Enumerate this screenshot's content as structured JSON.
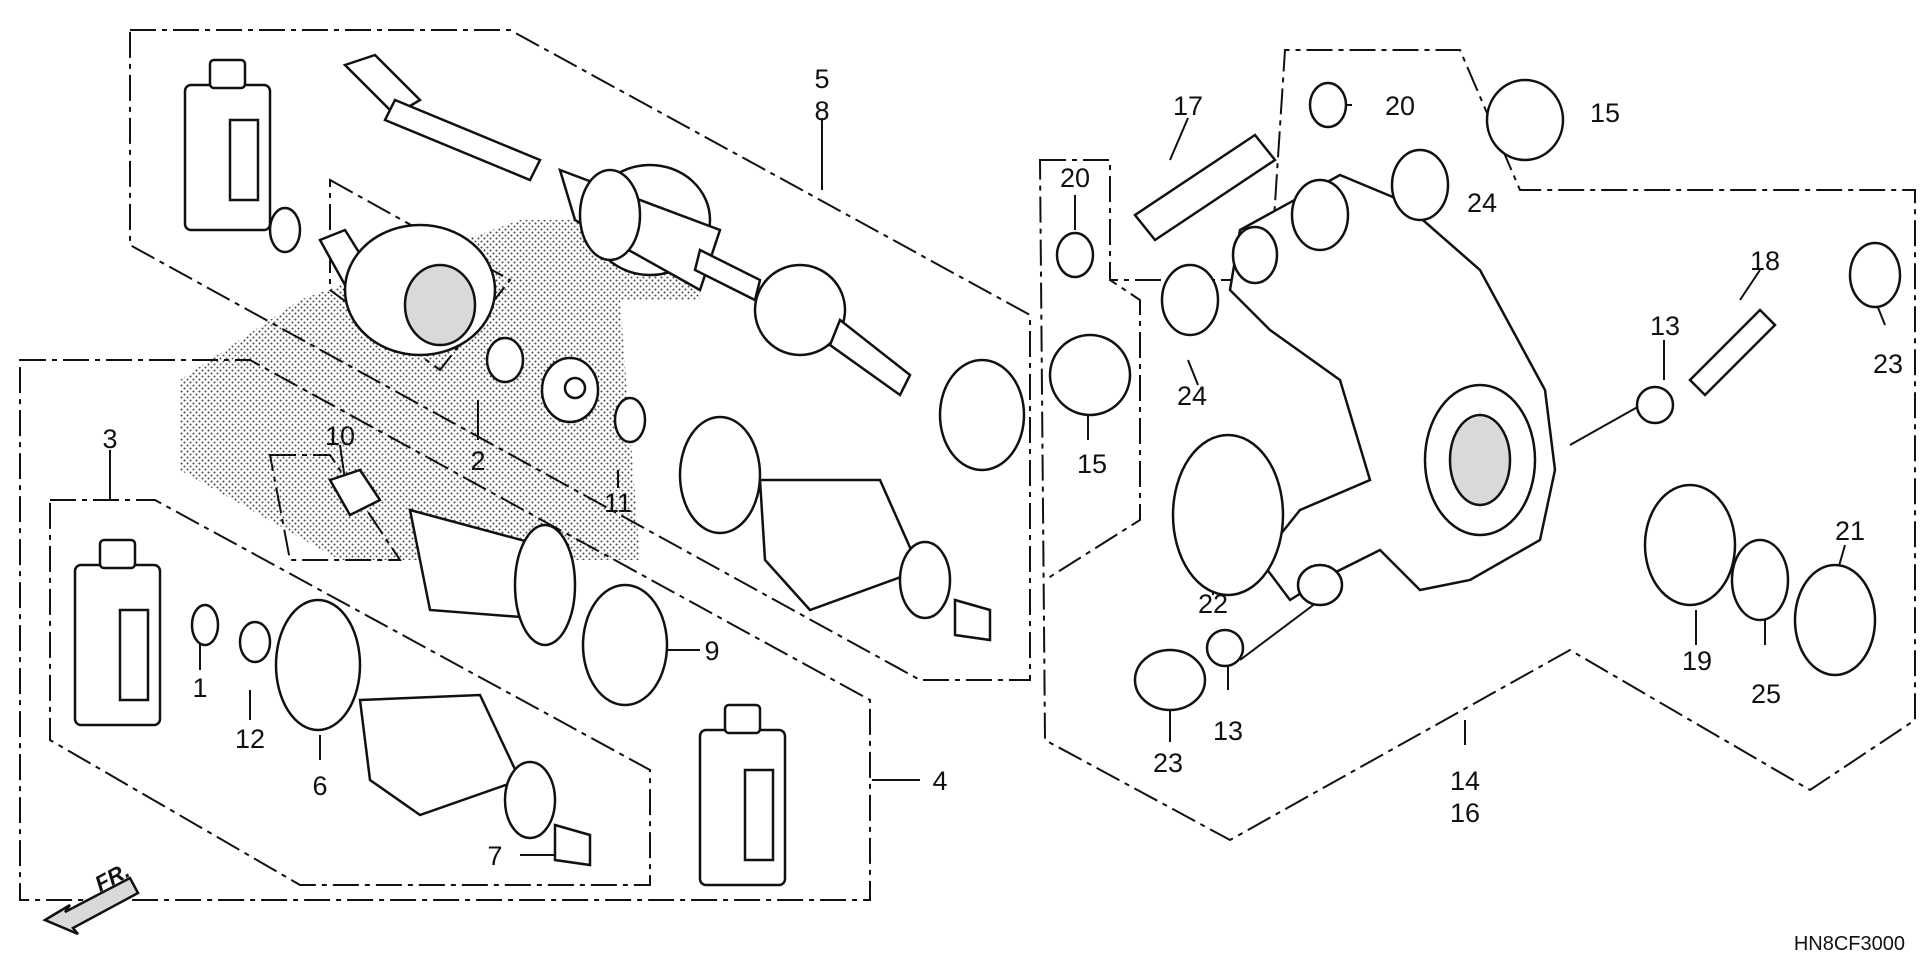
{
  "diagram_code": "HN8CF3000",
  "direction_label": "FR.",
  "labels": {
    "p1": "1",
    "p2": "2",
    "p3": "3",
    "p4": "4",
    "p5": "5",
    "p6": "6",
    "p7": "7",
    "p8": "8",
    "p9": "9",
    "p10": "10",
    "p11": "11",
    "p12": "12",
    "p13a": "13",
    "p13b": "13",
    "p14": "14",
    "p15a": "15",
    "p15b": "15",
    "p16": "16",
    "p17": "17",
    "p18": "18",
    "p19": "19",
    "p20a": "20",
    "p20b": "20",
    "p21": "21",
    "p22": "22",
    "p23a": "23",
    "p23b": "23",
    "p24a": "24",
    "p24b": "24",
    "p25": "25"
  }
}
